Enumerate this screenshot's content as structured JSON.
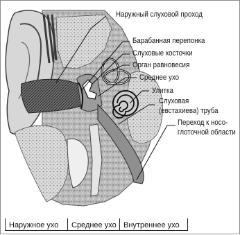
{
  "labels": {
    "outer_canal": "Наружный слуховой проход",
    "eardrum": "Барабанная перепонка",
    "ossicles": "Слуховые косточки",
    "balance_organ": "Орган равновесия",
    "middle_ear_label": "Среднее ухо",
    "cochlea": "Улитка",
    "eustachian_line1": "Слуховая",
    "eustachian_line2": "(евстахиева) труба",
    "nasopharynx_line1": "Переход к носо-",
    "nasopharynx_line2": "глоточной области"
  },
  "sections": {
    "outer": "Наружное ухо",
    "middle": "Среднее ухо",
    "inner": "Внутреннее ухо"
  }
}
